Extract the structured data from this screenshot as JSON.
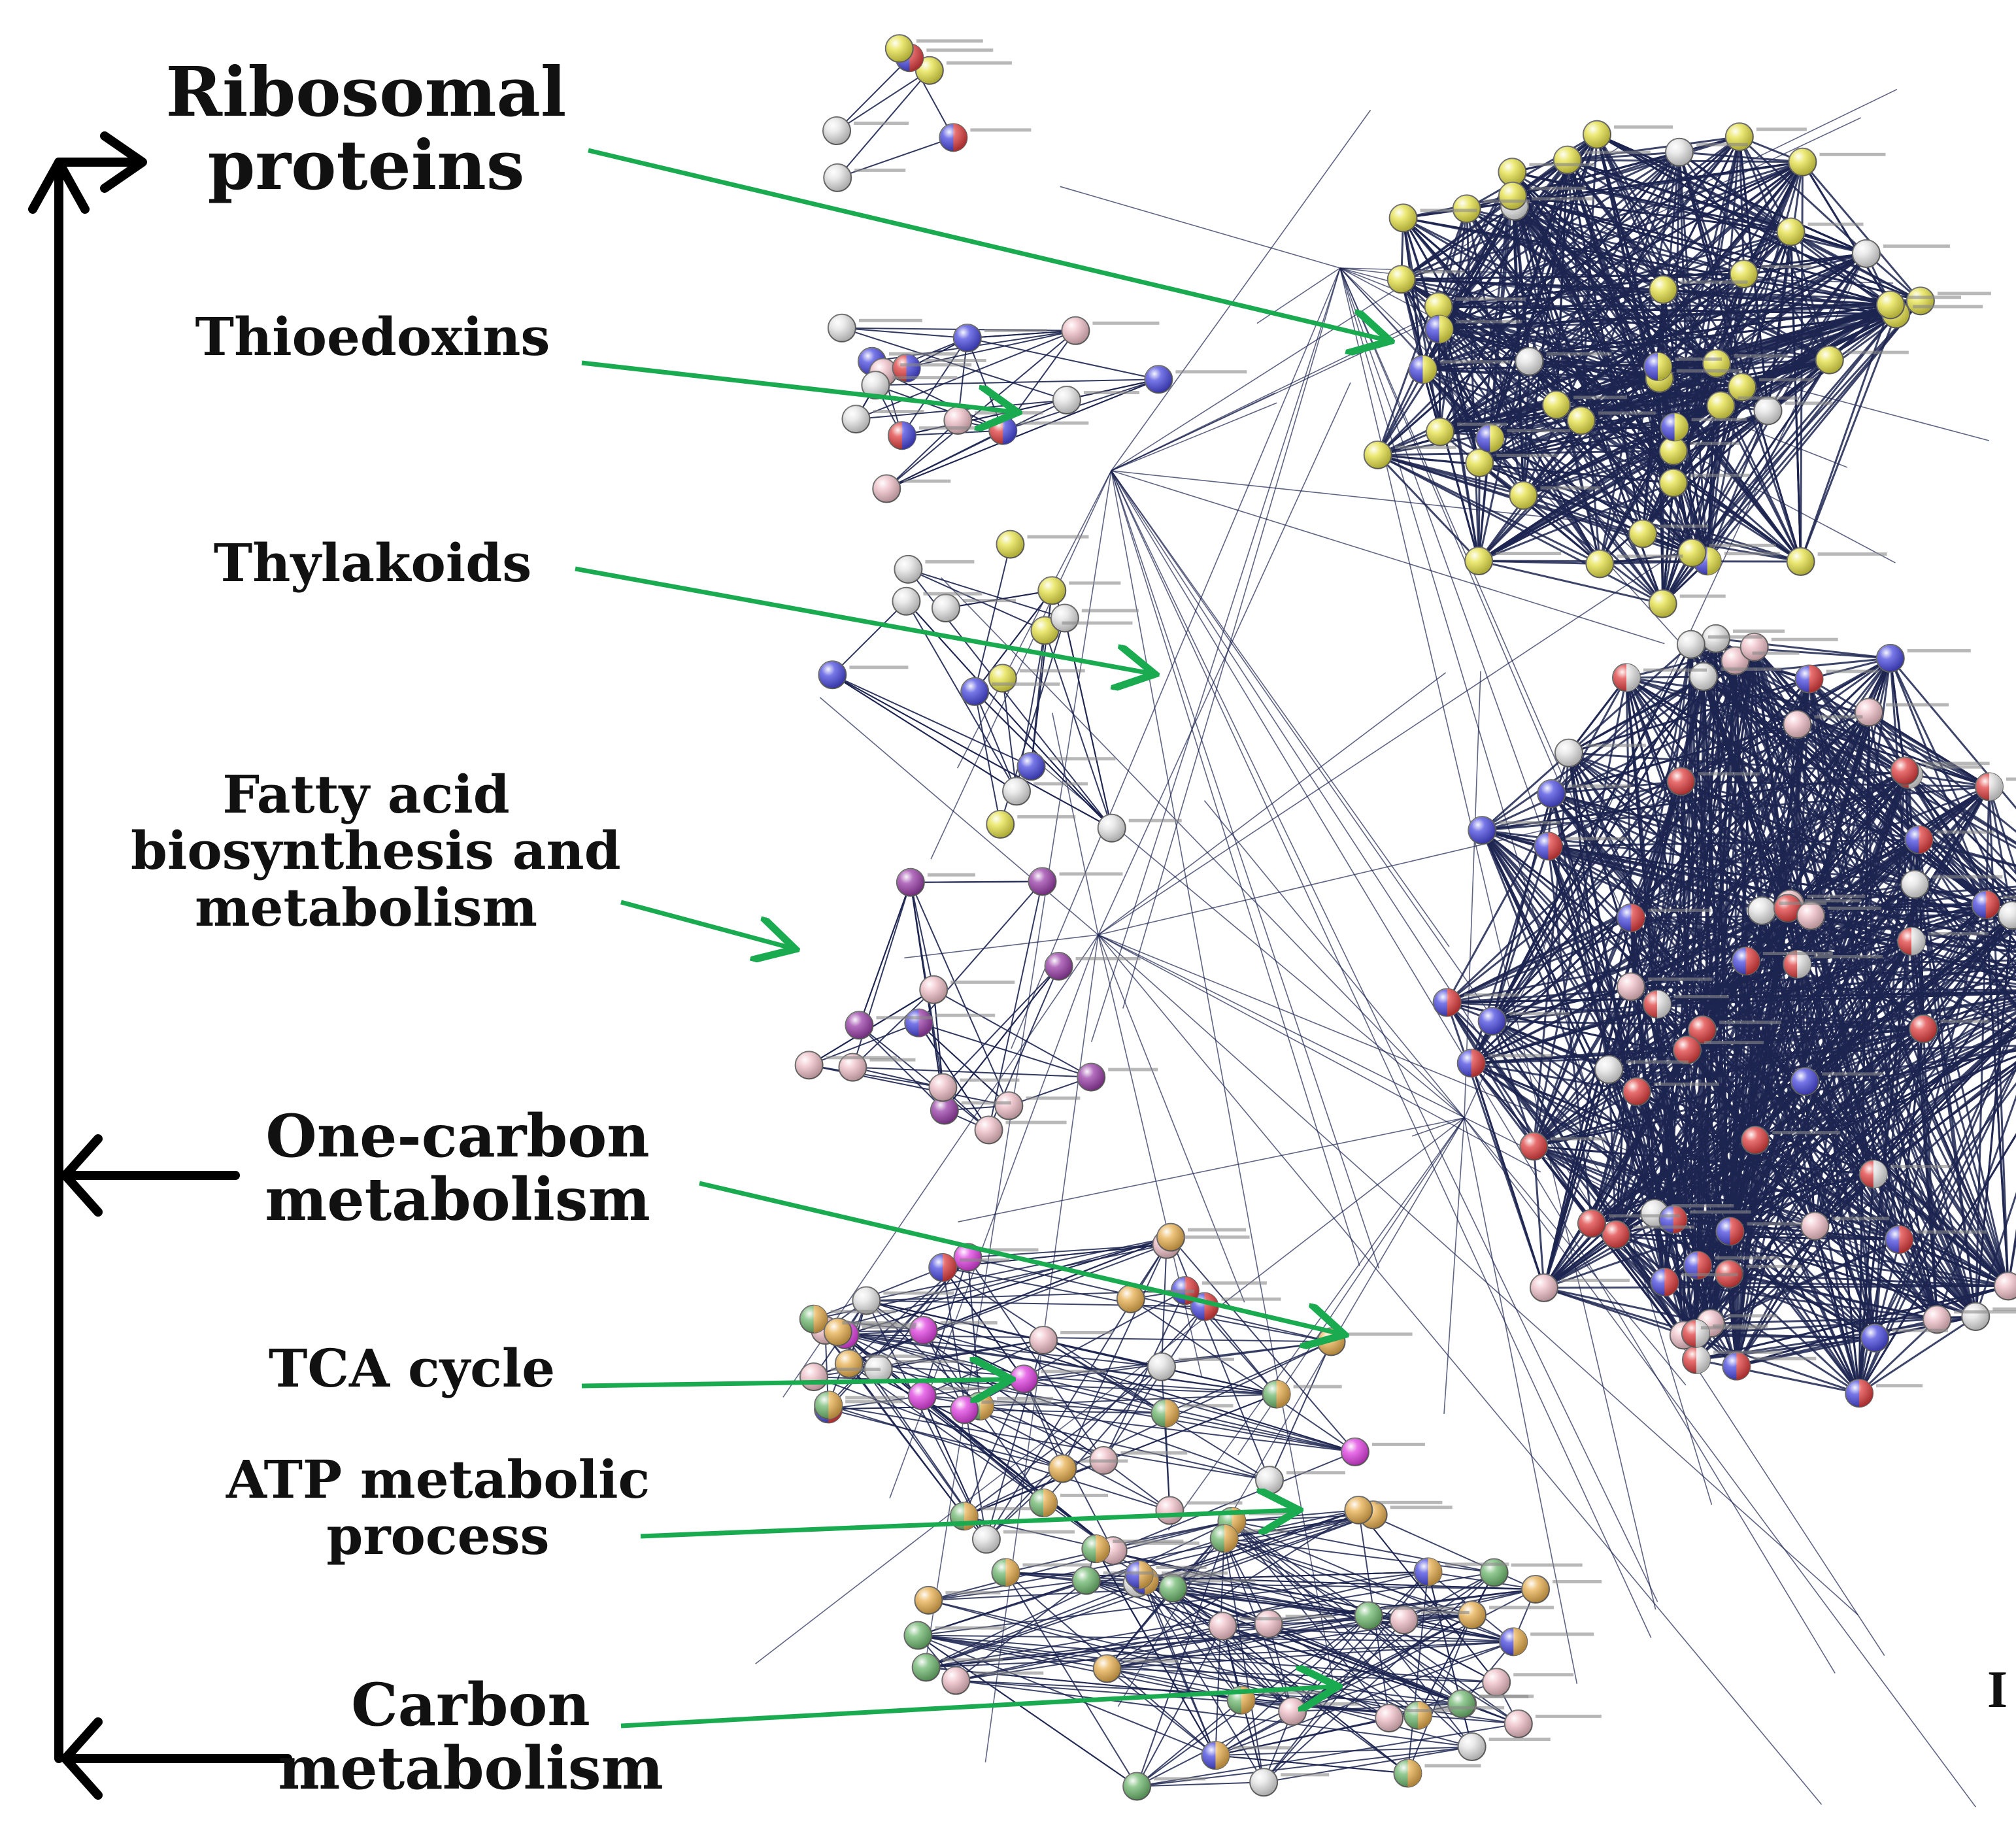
{
  "labels": {
    "ribosomal": [
      "Ribosomal",
      "proteins"
    ],
    "thioedoxins": "Thioedoxins",
    "thylakoids": "Thylakoids",
    "fatty_acid": [
      "Fatty acid",
      "biosynthesis and",
      "metabolism"
    ],
    "one_carbon": [
      "One-carbon",
      "metabolism"
    ],
    "tca": "TCA cycle",
    "atp": [
      "ATP metabolic",
      "process"
    ],
    "carbon": [
      "Carbon",
      "metabolism"
    ]
  },
  "edge_letter": "I",
  "colors": {
    "edge": "#1c2450",
    "arrow_green": "#1aaa50",
    "arrow_black": "#000000",
    "node_yellow": "#e6e24a",
    "node_blue": "#4a4ae0",
    "node_red": "#e04040",
    "node_pink": "#efc0c8",
    "node_purple": "#9a40a8",
    "node_magenta": "#e040e0",
    "node_green": "#70b870",
    "node_orange": "#e8b050",
    "node_white": "#e4e4e4"
  },
  "clusters": [
    {
      "name": "ribosomal",
      "color": "node_yellow"
    },
    {
      "name": "large-mixed",
      "color": "node_red"
    },
    {
      "name": "thioredoxin",
      "color": "node_blue"
    },
    {
      "name": "fatty-acid",
      "color": "node_purple"
    },
    {
      "name": "one-carbon",
      "color": "node_magenta"
    },
    {
      "name": "tca",
      "color": "node_orange"
    },
    {
      "name": "carbon-metabolism",
      "color": "node_green"
    }
  ]
}
